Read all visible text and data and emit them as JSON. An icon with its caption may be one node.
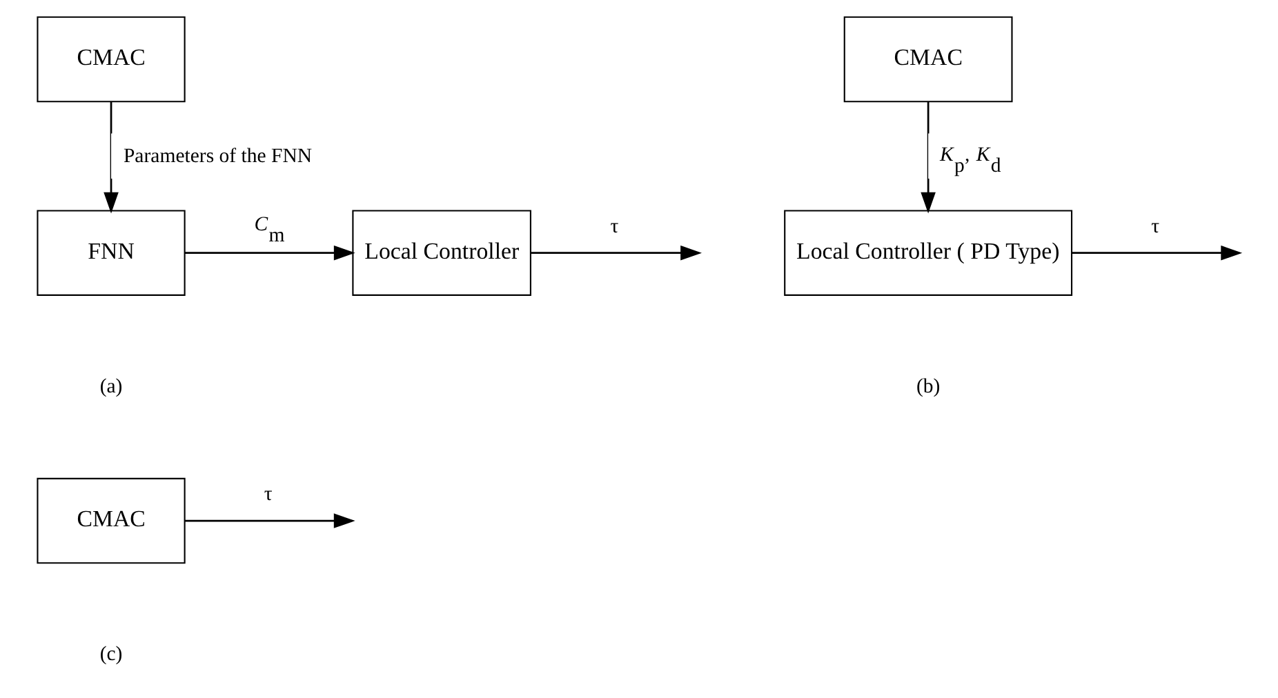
{
  "diagram": {
    "nodes": [
      {
        "text": [
          "CMAC"
        ]
      },
      {
        "text": [
          "FNN"
        ]
      },
      {
        "text": [
          "Local Controller"
        ]
      },
      {
        "text": [
          "CMAC"
        ]
      },
      {
        "text": [
          "Local Controller ( PD Type)"
        ]
      },
      {
        "text": [
          "CMAC"
        ]
      }
    ],
    "edges": [
      {
        "from": 0,
        "to": 1,
        "arrow": "to",
        "label": "Parameters of the FNN"
      },
      {
        "from": 1,
        "to": 2,
        "arrow": "to",
        "label": "*C*$_{m}$"
      },
      {
        "from": 2,
        "to": null,
        "arrow": "to",
        "label": "τ"
      },
      {
        "from": 3,
        "to": 4,
        "arrow": "to",
        "label": "*K*$_{p}$, *K*$_{d}$"
      },
      {
        "from": 4,
        "to": null,
        "arrow": "to",
        "label": "τ"
      },
      {
        "from": 5,
        "to": null,
        "arrow": "to",
        "label": "τ"
      }
    ],
    "labels": [
      "(a)",
      "(b)",
      "(c)"
    ]
  }
}
